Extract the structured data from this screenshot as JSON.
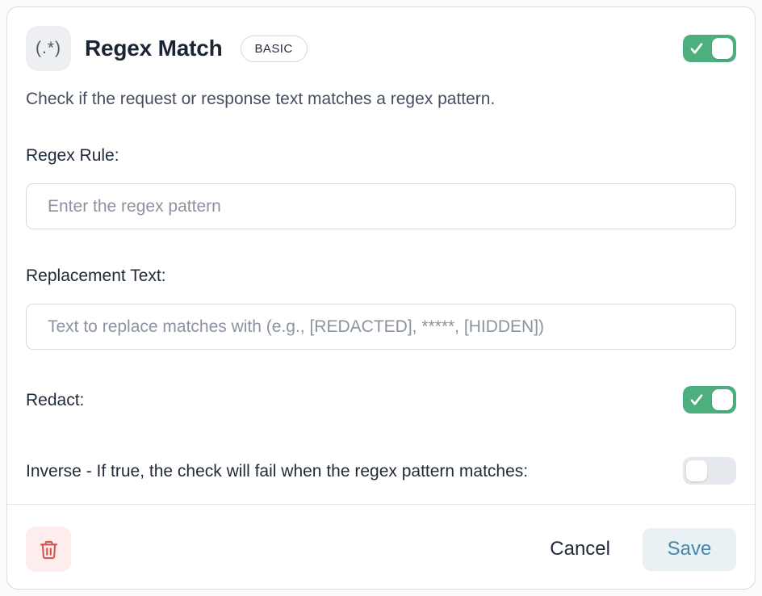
{
  "colors": {
    "toggle_on": "#4caf7d",
    "toggle_off": "#e5e8ec",
    "save_bg": "#e9f1f5",
    "save_text": "#4389ae",
    "danger": "#d9534f"
  },
  "header": {
    "icon_glyph": "(.*)",
    "title": "Regex Match",
    "badge": "BASIC",
    "enabled": true
  },
  "description": "Check if the request or response text matches a regex pattern.",
  "fields": {
    "regex_rule": {
      "label": "Regex Rule:",
      "placeholder": "Enter the regex pattern",
      "value": ""
    },
    "replacement_text": {
      "label": "Replacement Text:",
      "placeholder": "Text to replace matches with (e.g., [REDACTED], *****, [HIDDEN])",
      "value": ""
    },
    "redact": {
      "label": "Redact:",
      "value": true
    },
    "inverse": {
      "label": "Inverse - If true, the check will fail when the regex pattern matches:",
      "value": false
    }
  },
  "footer": {
    "cancel_label": "Cancel",
    "save_label": "Save"
  }
}
